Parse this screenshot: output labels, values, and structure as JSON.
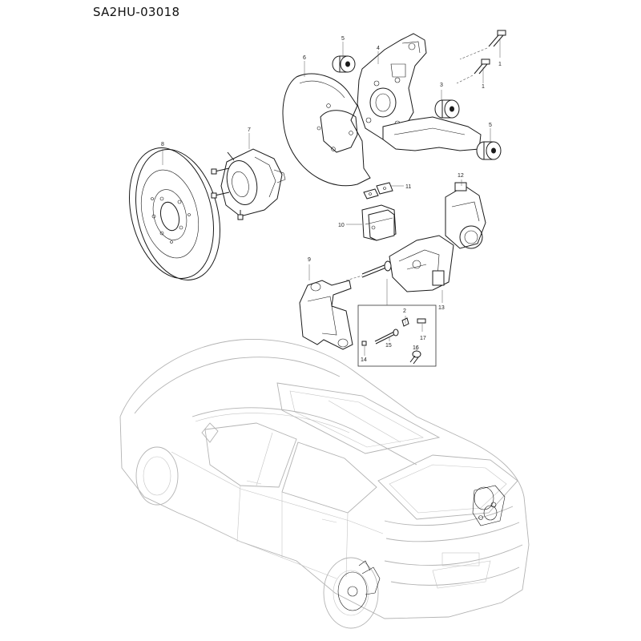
{
  "diagram": {
    "title": "SA2HU-03018"
  },
  "callouts": [
    {
      "id": "callout-1a",
      "label": "1"
    },
    {
      "id": "callout-1b",
      "label": "1"
    },
    {
      "id": "callout-2",
      "label": "2"
    },
    {
      "id": "callout-3",
      "label": "3"
    },
    {
      "id": "callout-4",
      "label": "4"
    },
    {
      "id": "callout-5a",
      "label": "5"
    },
    {
      "id": "callout-5b",
      "label": "5"
    },
    {
      "id": "callout-6",
      "label": "6"
    },
    {
      "id": "callout-7",
      "label": "7"
    },
    {
      "id": "callout-8",
      "label": "8"
    },
    {
      "id": "callout-9",
      "label": "9"
    },
    {
      "id": "callout-10",
      "label": "10"
    },
    {
      "id": "callout-11",
      "label": "11"
    },
    {
      "id": "callout-12",
      "label": "12"
    },
    {
      "id": "callout-13",
      "label": "13"
    },
    {
      "id": "callout-14",
      "label": "14"
    },
    {
      "id": "callout-15",
      "label": "15"
    },
    {
      "id": "callout-16",
      "label": "16"
    },
    {
      "id": "callout-17",
      "label": "17"
    }
  ]
}
